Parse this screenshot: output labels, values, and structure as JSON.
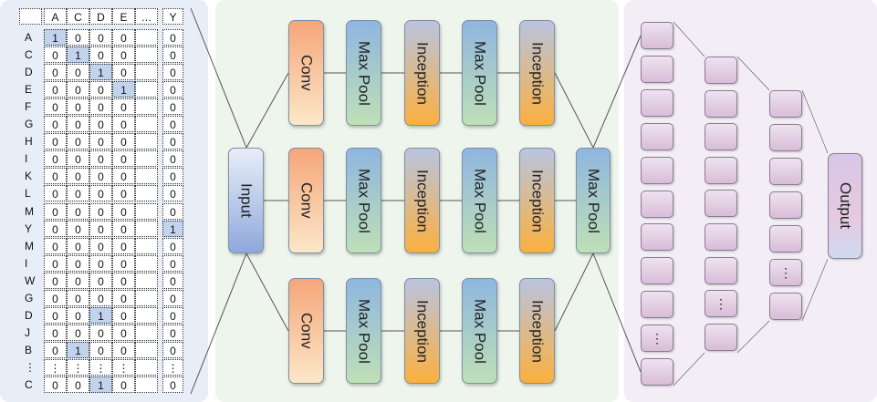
{
  "matrix": {
    "col_headers": [
      "A",
      "C",
      "D",
      "E",
      "…",
      "Y"
    ],
    "rows": [
      {
        "label": "A",
        "values": [
          "1",
          "0",
          "0",
          "0",
          "",
          "0"
        ]
      },
      {
        "label": "C",
        "values": [
          "0",
          "1",
          "0",
          "0",
          "",
          "0"
        ]
      },
      {
        "label": "D",
        "values": [
          "0",
          "0",
          "1",
          "0",
          "",
          "0"
        ]
      },
      {
        "label": "E",
        "values": [
          "0",
          "0",
          "0",
          "1",
          "",
          "0"
        ]
      },
      {
        "label": "F",
        "values": [
          "0",
          "0",
          "0",
          "0",
          "",
          "0"
        ]
      },
      {
        "label": "G",
        "values": [
          "0",
          "0",
          "0",
          "0",
          "",
          "0"
        ]
      },
      {
        "label": "H",
        "values": [
          "0",
          "0",
          "0",
          "0",
          "",
          "0"
        ]
      },
      {
        "label": "I",
        "values": [
          "0",
          "0",
          "0",
          "0",
          "",
          "0"
        ]
      },
      {
        "label": "K",
        "values": [
          "0",
          "0",
          "0",
          "0",
          "",
          "0"
        ]
      },
      {
        "label": "L",
        "values": [
          "0",
          "0",
          "0",
          "0",
          "",
          "0"
        ]
      },
      {
        "label": "M",
        "values": [
          "0",
          "0",
          "0",
          "0",
          "",
          "0"
        ]
      },
      {
        "label": "Y",
        "values": [
          "0",
          "0",
          "0",
          "0",
          "",
          "1"
        ]
      },
      {
        "label": "M",
        "values": [
          "0",
          "0",
          "0",
          "0",
          "",
          "0"
        ]
      },
      {
        "label": "I",
        "values": [
          "0",
          "0",
          "0",
          "0",
          "",
          "0"
        ]
      },
      {
        "label": "W",
        "values": [
          "0",
          "0",
          "0",
          "0",
          "",
          "0"
        ]
      },
      {
        "label": "G",
        "values": [
          "0",
          "0",
          "0",
          "0",
          "",
          "0"
        ]
      },
      {
        "label": "D",
        "values": [
          "0",
          "0",
          "1",
          "0",
          "",
          "0"
        ]
      },
      {
        "label": "J",
        "values": [
          "0",
          "0",
          "0",
          "0",
          "",
          "0"
        ]
      },
      {
        "label": "B",
        "values": [
          "0",
          "1",
          "0",
          "0",
          "",
          "0"
        ]
      },
      {
        "label": "⋮",
        "values": [
          "⋮",
          "⋮",
          "⋮",
          "⋮",
          "",
          "⋮"
        ]
      },
      {
        "label": "C",
        "values": [
          "0",
          "0",
          "1",
          "0",
          "",
          "0"
        ]
      }
    ]
  },
  "network": {
    "input_label": "Input",
    "branches": [
      [
        "Conv",
        "Max Pool",
        "Inception",
        "Max Pool",
        "Inception"
      ],
      [
        "Conv",
        "Max Pool",
        "Inception",
        "Max Pool",
        "Inception"
      ],
      [
        "Conv",
        "Max Pool",
        "Inception",
        "Max Pool",
        "Inception"
      ]
    ],
    "merge_label": "Max Pool",
    "ellipsis": "⋮",
    "output_label": "Output"
  },
  "colors": {
    "matrix_panel": "#e8eef8",
    "cnn_panel": "#eef5ec",
    "fc_panel": "#f3eef6",
    "highlight_cell": "#c2d3ee",
    "wire": "#555555"
  }
}
